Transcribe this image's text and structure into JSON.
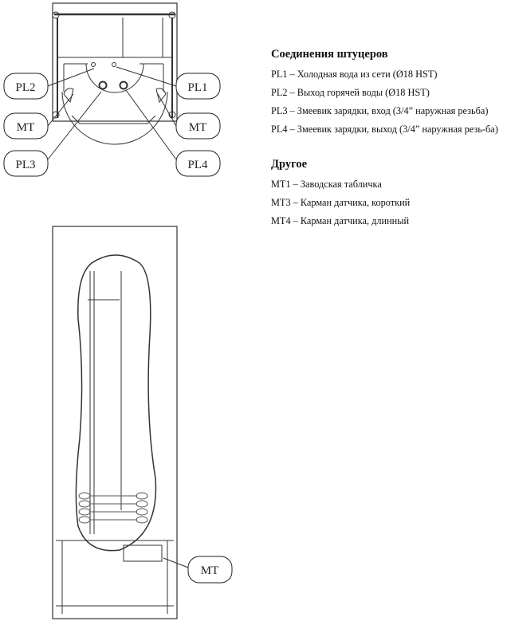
{
  "diagram_labels": {
    "pl2": "PL2",
    "pl1": "PL1",
    "mt_left": "MT",
    "mt_right": "MT",
    "pl3": "PL3",
    "pl4": "PL4",
    "mt_bottom": "MT"
  },
  "legend": {
    "connections_title": "Соединения штуцеров",
    "connections": [
      {
        "code": "PL1",
        "text": "PL1 – Холодная вода из сети (Ø18 HST)"
      },
      {
        "code": "PL2",
        "text": "PL2 – Выход горячей воды (Ø18 HST)"
      },
      {
        "code": "PL3",
        "text": "PL3 – Змеевик зарядки, вход (3/4” наружная резьба)"
      },
      {
        "code": "PL4",
        "text": "PL4 – Змеевик зарядки, выход (3/4” наружная резь-ба)"
      }
    ],
    "other_title": "Другое",
    "other": [
      {
        "code": "MT1",
        "text": "MT1 – Заводская табличка"
      },
      {
        "code": "MT3",
        "text": "MT3 – Карман датчика, короткий"
      },
      {
        "code": "MT4",
        "text": "MT4 – Карман датчика, длинный"
      }
    ]
  }
}
